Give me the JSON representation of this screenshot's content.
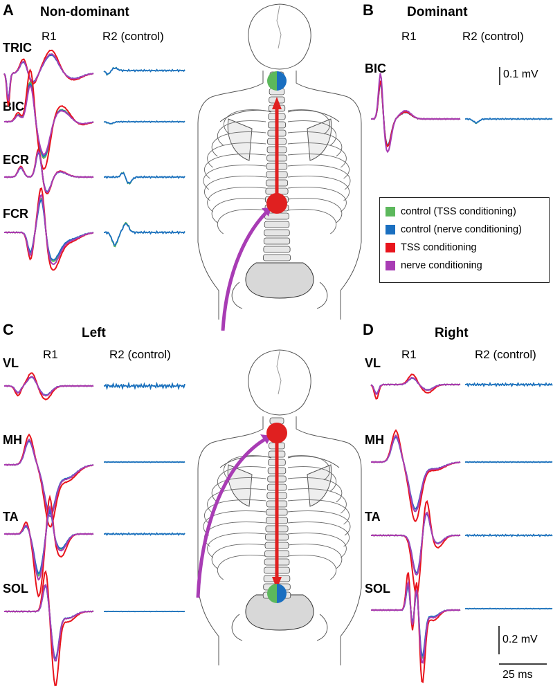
{
  "panels": {
    "A": {
      "letter": "A",
      "title": "Non-dominant",
      "col1": "R1",
      "col2": "R2 (control)",
      "muscles": [
        "TRIC",
        "BIC",
        "ECR",
        "FCR"
      ]
    },
    "B": {
      "letter": "B",
      "title": "Dominant",
      "col1": "R1",
      "col2": "R2 (control)",
      "muscles": [
        "BIC"
      ]
    },
    "C": {
      "letter": "C",
      "title": "Left",
      "col1": "R1",
      "col2": "R2 (control)",
      "muscles": [
        "VL",
        "MH",
        "TA",
        "SOL"
      ]
    },
    "D": {
      "letter": "D",
      "title": "Right",
      "col1": "R1",
      "col2": "R2 (control)",
      "muscles": [
        "VL",
        "MH",
        "TA",
        "SOL"
      ]
    }
  },
  "scale_bars": {
    "upper": "0.1 mV",
    "lower_amp": "0.2 mV",
    "lower_time": "25 ms"
  },
  "legend": [
    {
      "label": "control (TSS conditioning)",
      "color": "#5cb85c"
    },
    {
      "label": "control (nerve conditioning)",
      "color": "#1a6fc0"
    },
    {
      "label": "TSS conditioning",
      "color": "#e8141c"
    },
    {
      "label": "nerve conditioning",
      "color": "#a83cb4"
    }
  ],
  "colors": {
    "green": "#5cb85c",
    "blue": "#1a6fc0",
    "red": "#e8141c",
    "purple": "#a83cb4",
    "arrow_red": "#e02020"
  }
}
